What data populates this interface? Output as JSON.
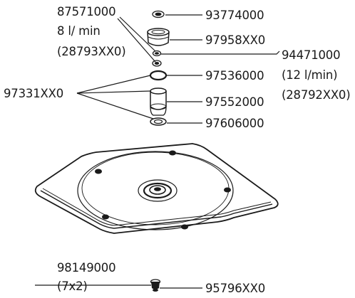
{
  "callouts": {
    "c87571000": "87571000",
    "c87571000_flow": "8 l/ min",
    "c87571000_alt": "(28793XX0)",
    "c93774000": "93774000",
    "c97958xx0": "97958XX0",
    "c94471000": "94471000",
    "c94471000_flow": "(12 l/min)",
    "c94471000_alt": "(28792XX0)",
    "c97536000": "97536000",
    "c97331xx0": "97331XX0",
    "c97552000": "97552000",
    "c97606000": "97606000",
    "c98149000": "98149000",
    "c98149000_qty": "(7x2)",
    "c95796xx0": "95796XX0"
  }
}
